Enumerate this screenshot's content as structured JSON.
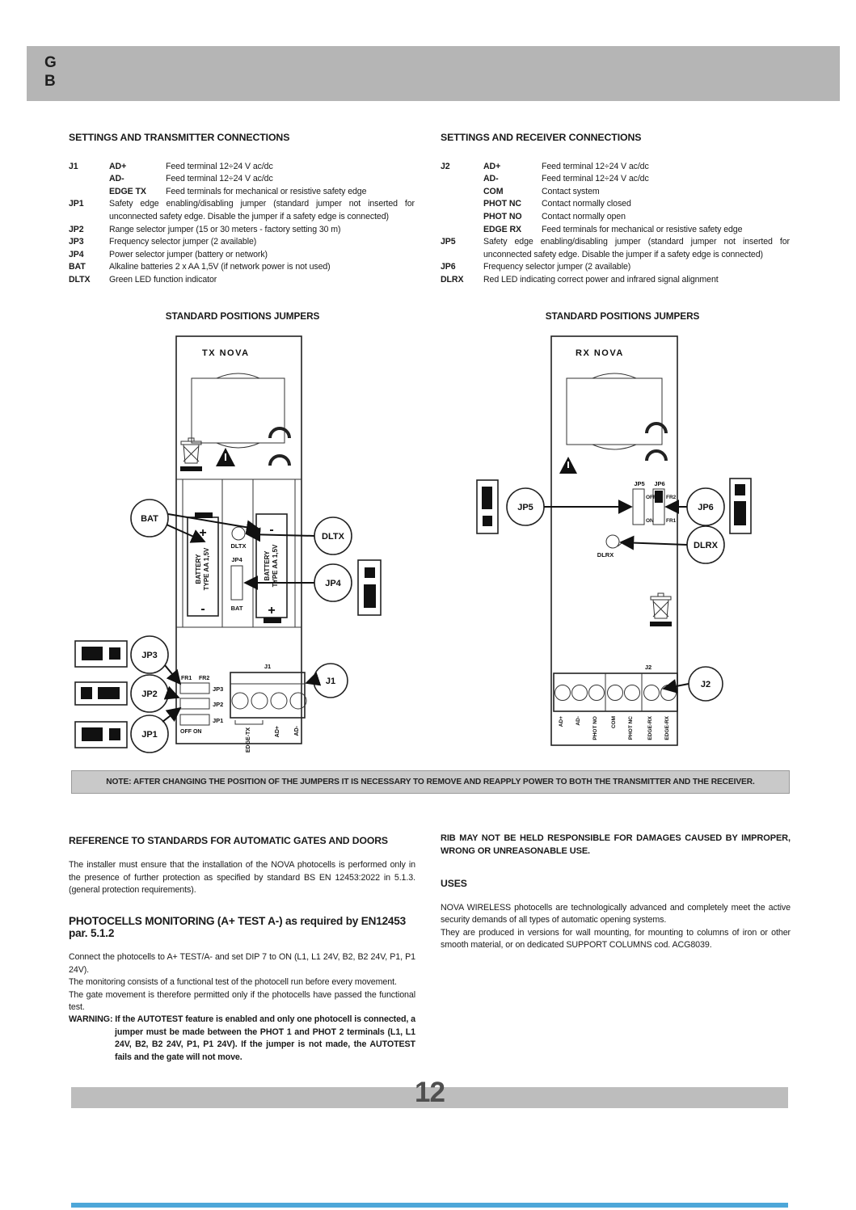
{
  "page": {
    "lang_line1": "G",
    "lang_line2": "B",
    "page_number": "12",
    "accent_blue": "#4da7d9"
  },
  "tx": {
    "title": "SETTINGS AND TRANSMITTER CONNECTIONS",
    "j1": {
      "term": "J1",
      "subs": [
        {
          "label": "AD+",
          "desc": "Feed terminal 12÷24 V ac/dc"
        },
        {
          "label": "AD-",
          "desc": "Feed terminal 12÷24 V ac/dc"
        },
        {
          "label": "EDGE TX",
          "desc": "Feed terminals for mechanical or resistive safety edge"
        }
      ]
    },
    "rows": [
      {
        "term": "JP1",
        "desc": "Safety edge enabling/disabling jumper (standard jumper not inserted for unconnected safety edge. Disable the jumper if a safety edge is connected)"
      },
      {
        "term": "JP2",
        "desc": "Range selector jumper (15 or 30 meters - factory setting 30 m)"
      },
      {
        "term": "JP3",
        "desc": "Frequency selector jumper (2 available)"
      },
      {
        "term": "JP4",
        "desc": "Power selector jumper (battery or network)"
      },
      {
        "term": "BAT",
        "desc": "Alkaline batteries 2 x AA 1,5V (if network power is not used)"
      },
      {
        "term": "DLTX",
        "desc": "Green LED function indicator"
      }
    ],
    "diagram": {
      "title": "STANDARD POSITIONS JUMPERS",
      "board_label": "TX NOVA",
      "battery_line1": "BATTERY",
      "battery_line2": "TYPE AA 1,5V",
      "plus": "+",
      "minus": "-",
      "led": "DLTX",
      "jp4": "JP4",
      "bat": "BAT",
      "fr1": "FR1",
      "fr2": "FR2",
      "jp3": "JP3",
      "jp2": "JP2",
      "jp1": "JP1",
      "off_on": "OFF  ON",
      "j1": "J1",
      "terminals": [
        "EDGE-TX",
        "AD+",
        "AD-"
      ],
      "callouts": [
        "BAT",
        "DLTX",
        "JP4",
        "JP3",
        "JP2",
        "JP1",
        "J1"
      ]
    }
  },
  "rx": {
    "title": "SETTINGS AND RECEIVER CONNECTIONS",
    "j2": {
      "term": "J2",
      "subs": [
        {
          "label": "AD+",
          "desc": "Feed terminal 12÷24 V ac/dc"
        },
        {
          "label": "AD-",
          "desc": "Feed terminal 12÷24 V ac/dc"
        },
        {
          "label": "COM",
          "desc": "Contact system"
        },
        {
          "label": "PHOT NC",
          "desc": "Contact normally closed"
        },
        {
          "label": "PHOT NO",
          "desc": "Contact normally open"
        },
        {
          "label": "EDGE RX",
          "desc": "Feed terminals for mechanical or resistive safety edge"
        }
      ]
    },
    "rows": [
      {
        "term": "JP5",
        "desc": "Safety edge enabling/disabling jumper (standard jumper not inserted for unconnected safety edge. Disable the jumper if a safety edge is connected)"
      },
      {
        "term": "JP6",
        "desc": "Frequency selector jumper (2 available)"
      },
      {
        "term": "DLRX",
        "desc": "Red LED indicating correct power and infrared signal alignment"
      }
    ],
    "diagram": {
      "title": "STANDARD POSITIONS JUMPERS",
      "board_label": "RX NOVA",
      "jp5": "JP5",
      "jp6": "JP6",
      "off": "OFF",
      "on": "ON",
      "fr2": "FR2",
      "fr1": "FR1",
      "led": "DLRX",
      "j2": "J2",
      "terminals": [
        "AD+",
        "AD-",
        "PHOT NO",
        "COM",
        "PHOT NC",
        "EDGE-RX",
        "EDGE-RX"
      ],
      "callouts": [
        "JP5",
        "JP6",
        "DLRX",
        "J2"
      ]
    }
  },
  "note_bar": {
    "text": "NOTE: AFTER CHANGING THE POSITION OF THE JUMPERS IT IS NECESSARY TO REMOVE AND REAPPLY POWER TO BOTH THE TRANSMITTER AND THE RECEIVER."
  },
  "sections": {
    "standards_heading": "REFERENCE TO STANDARDS FOR AUTOMATIC GATES AND DOORS",
    "standards_body": "The installer must ensure that the installation of the NOVA photocells is performed only in the presence of further protection as specified by standard BS EN 12453:2022 in 5.1.3. (general protection requirements).",
    "monitoring_heading": "PHOTOCELLS MONITORING (A+ TEST A-) as required by EN12453 par. 5.1.2",
    "monitoring_body": "Connect the photocells to A+ TEST/A- and set DIP 7 to ON (L1, L1 24V, B2, B2 24V, P1, P1 24V).\nThe monitoring consists of a functional test of the photocell run before every movement.\nThe gate movement is therefore permitted only if the photocells have passed the functional test.",
    "warning_label": "WARNING:",
    "warning_body": " If the AUTOTEST feature is enabled and only one photocell is connected, a jumper must be made between the PHOT 1 and PHOT 2 terminals (L1, L1 24V, B2, B2 24V, P1, P1 24V). If the jumper is not made, the AUTOTEST fails and the gate will not move.",
    "rib_text": "RIB MAY NOT BE HELD RESPONSIBLE FOR DAMAGES CAUSED BY IMPROPER, WRONG OR UNREASONABLE USE.",
    "uses_heading": "USES",
    "uses_body": "NOVA WIRELESS photocells are technologically advanced and completely meet the active security demands of all types of automatic opening systems.\nThey are produced in versions for wall mounting, for mounting to columns of iron or other smooth material, or on dedicated SUPPORT COLUMNS cod. ACG8039."
  }
}
